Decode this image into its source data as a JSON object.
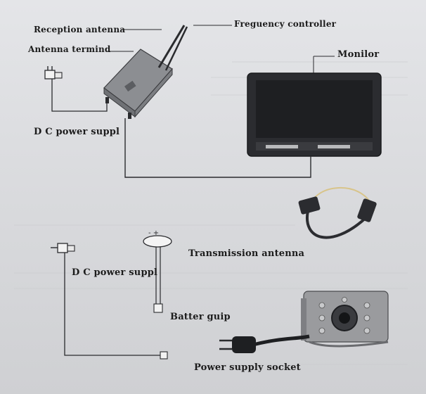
{
  "labels": {
    "reception_antenna": "Reception antenna",
    "frequency_controller": "Freguency controller",
    "antenna_terminal": "Antenna termind",
    "monitor": "Monilor",
    "dc_power_top": "D C power suppl",
    "dc_power_bottom": "D C power suppl",
    "transmission_antenna": "Transmission antenna",
    "battery_clip": "Batter guip",
    "power_supply_socket": "Power supply socket"
  },
  "colors": {
    "paper": "#dcdde0",
    "ink": "#1c1c1c",
    "device_gray": "#8c8e92",
    "screen_dark": "#1e1f22",
    "camera_gray": "#9a9b9e",
    "led": "#c8c9cb"
  },
  "icons": {
    "receiver": "receiver-box",
    "monitor": "lcd-monitor",
    "plug": "dc-plug",
    "camera": "ir-camera",
    "connector": "cable-connector"
  }
}
